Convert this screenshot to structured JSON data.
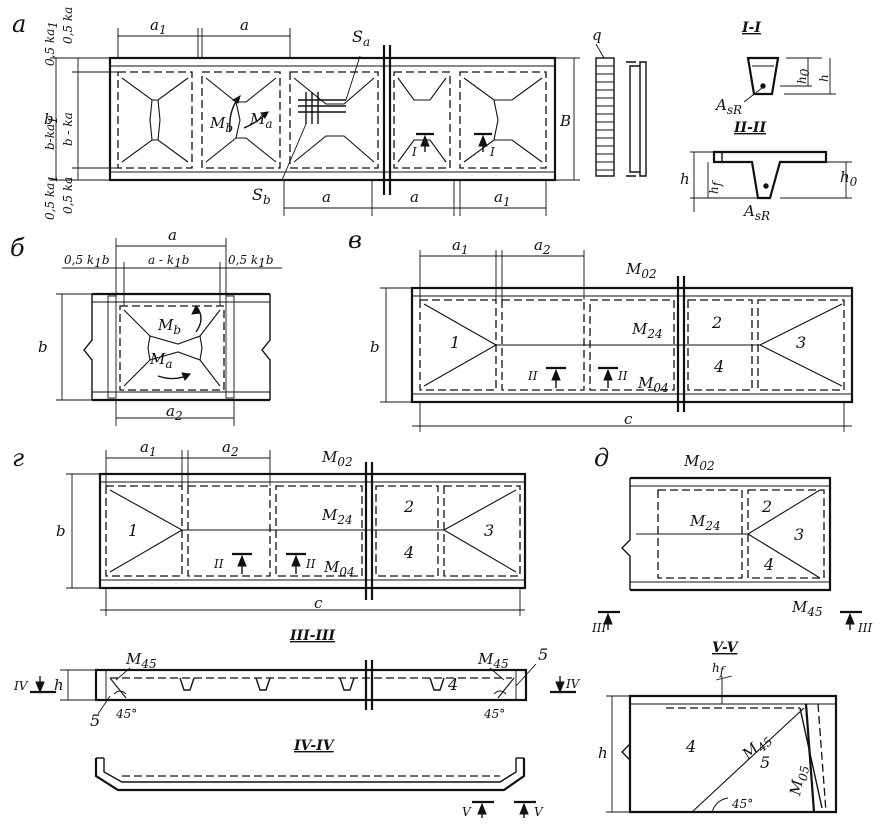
{
  "panels": {
    "a": "а",
    "b": "б",
    "v": "в",
    "g": "г",
    "d": "д"
  },
  "dims": {
    "a": "a",
    "a1": "a",
    "a1_sub": "1",
    "a2": "a",
    "a2_sub": "2",
    "b": "b",
    "B": "B",
    "c": "c",
    "h": "h",
    "h0": "h",
    "h0_sub": "0",
    "hf": "h",
    "hf_sub": "f",
    "q": "q",
    "half_ka1": "0,5 ka",
    "half_ka1_sub": "1",
    "half_ka": "0,5 ka",
    "b_minus_ka1": "b-ka",
    "b_minus_ka1_sub": "1",
    "b_minus_ka": "b - ka",
    "half_k1b": "0,5 k",
    "half_k1b_tail": "b",
    "a_minus_k1b": "a - k",
    "a_minus_k1b_tail": "b",
    "k_sub": "1",
    "deg45": "45°"
  },
  "moments": {
    "Ma": "M",
    "Ma_sub": "a",
    "Mb": "M",
    "Mb_sub": "b",
    "M02": "M",
    "M02_sub": "02",
    "M24": "M",
    "M24_sub": "24",
    "M04": "M",
    "M04_sub": "04",
    "M45": "M",
    "M45_sub": "45",
    "M05": "M",
    "M05_sub": "05"
  },
  "reinforcement": {
    "Sa": "S",
    "Sa_sub": "a",
    "Sb": "S",
    "Sb_sub": "b",
    "AsR": "A",
    "AsR_sub": "sR"
  },
  "sections": {
    "I": "I-I",
    "II": "II-II",
    "III": "III-III",
    "IV": "IV-IV",
    "V": "V-V",
    "mark_I": "I",
    "mark_II": "II",
    "mark_III": "III",
    "mark_IV": "IV",
    "mark_V": "V"
  },
  "zones": {
    "z1": "1",
    "z2": "2",
    "z3": "3",
    "z4": "4",
    "z5": "5"
  }
}
